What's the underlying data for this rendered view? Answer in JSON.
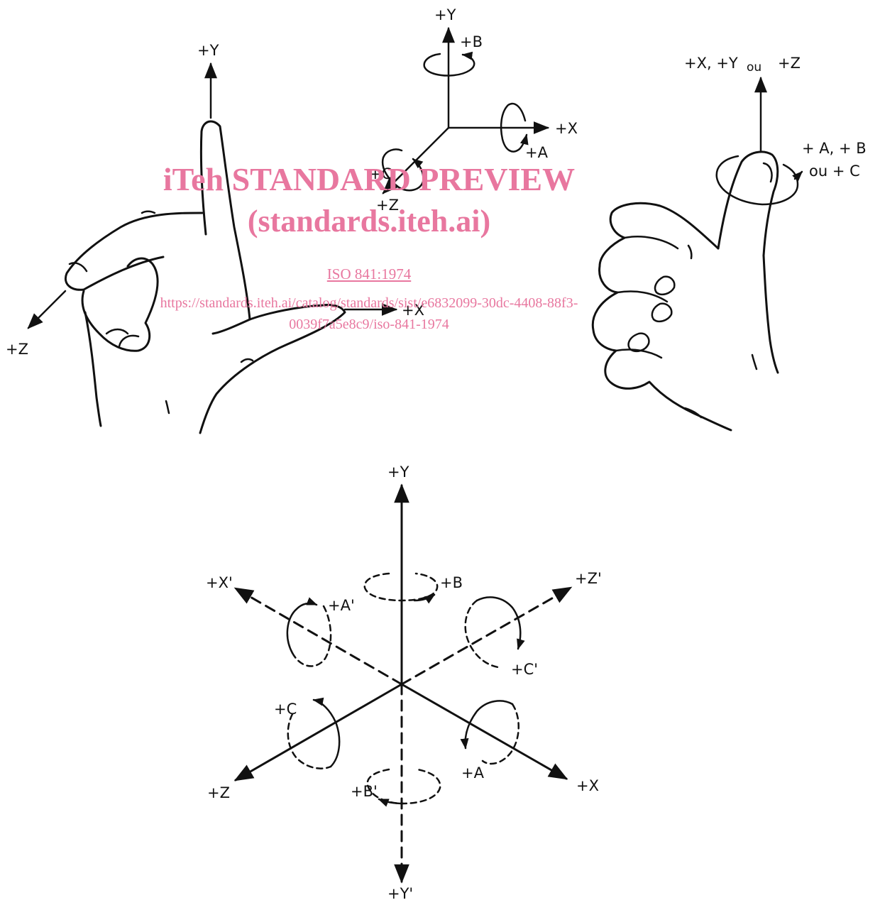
{
  "hand_left": {
    "y_label": "+Y",
    "x_label": "+X",
    "z_label": "+Z"
  },
  "axes_top": {
    "y_label": "+Y",
    "x_label": "+X",
    "z_label": "+Z",
    "a_label": "+A",
    "b_label": "+B",
    "c_label": "+C"
  },
  "hand_right": {
    "axes_label": "+X, +Y",
    "ou_label": "ou",
    "z_label": "+Z",
    "rotation_label": "+ A, + B",
    "rotation_label_2": "ou + C"
  },
  "axes_bottom": {
    "y_label": "+Y",
    "y_prime_label": "+Y'",
    "x_label": "+X",
    "x_prime_label": "+X'",
    "z_label": "+Z",
    "z_prime_label": "+Z'",
    "a_label": "+A",
    "a_prime_label": "+A'",
    "b_label": "+B",
    "b_prime_label": "+B'",
    "c_label": "+C",
    "c_prime_label": "+C'"
  },
  "watermark": {
    "title": "iTeh STANDARD PREVIEW",
    "site": "(standards.iteh.ai)",
    "doc": "ISO 841:1974",
    "url_line1": "https://standards.iteh.ai/catalog/standards/sist/e6832099-30dc-4408-88f3-",
    "url_line2": "0039f7a5e8c9/iso-841-1974"
  },
  "colors": {
    "ink": "#111111",
    "watermark": "#e8779f"
  }
}
